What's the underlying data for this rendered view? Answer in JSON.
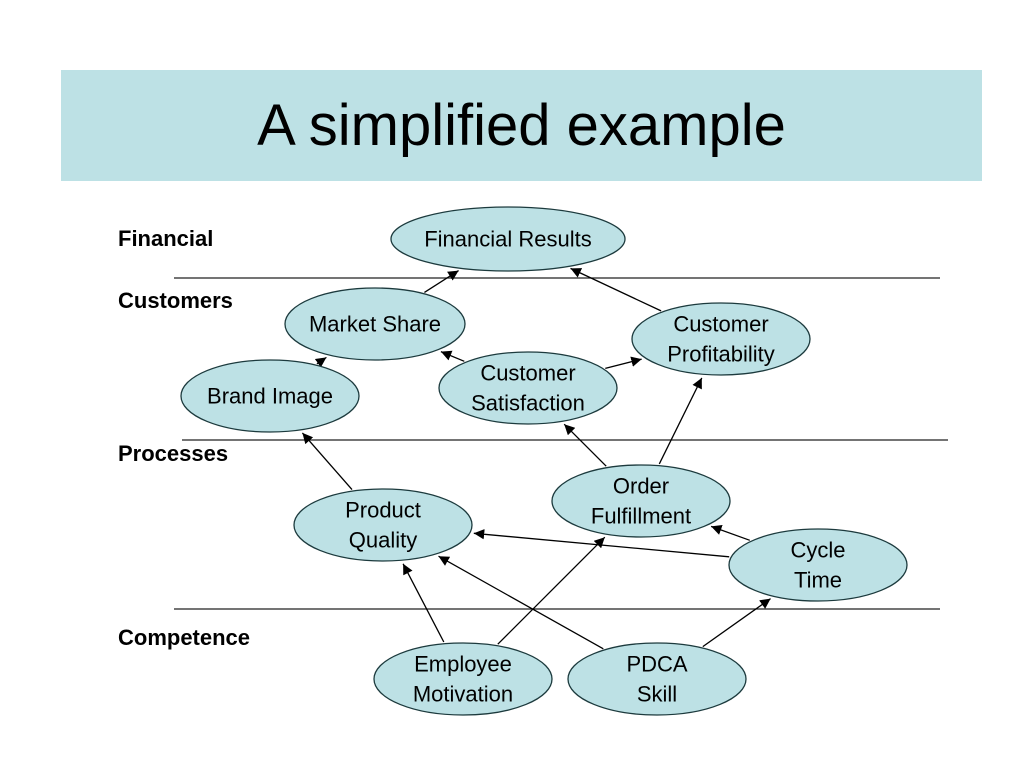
{
  "slide": {
    "title": "A simplified example"
  },
  "layers": [
    {
      "id": "financial",
      "label": "Financial"
    },
    {
      "id": "customers",
      "label": "Customers"
    },
    {
      "id": "processes",
      "label": "Processes"
    },
    {
      "id": "competence",
      "label": "Competence"
    }
  ],
  "nodes": [
    {
      "id": "financial-results",
      "lines": [
        "Financial Results"
      ]
    },
    {
      "id": "market-share",
      "lines": [
        "Market Share"
      ]
    },
    {
      "id": "customer-profitability",
      "lines": [
        "Customer",
        "Profitability"
      ]
    },
    {
      "id": "brand-image",
      "lines": [
        "Brand Image"
      ]
    },
    {
      "id": "customer-satisfaction",
      "lines": [
        "Customer",
        "Satisfaction"
      ]
    },
    {
      "id": "order-fulfillment",
      "lines": [
        "Order",
        "Fulfillment"
      ]
    },
    {
      "id": "product-quality",
      "lines": [
        "Product",
        "Quality"
      ]
    },
    {
      "id": "cycle-time",
      "lines": [
        "Cycle",
        "Time"
      ]
    },
    {
      "id": "employee-motivation",
      "lines": [
        "Employee",
        "Motivation"
      ]
    },
    {
      "id": "pdca-skill",
      "lines": [
        "PDCA",
        "Skill"
      ]
    }
  ],
  "edges": [
    {
      "from": "market-share",
      "to": "financial-results"
    },
    {
      "from": "customer-profitability",
      "to": "financial-results"
    },
    {
      "from": "brand-image",
      "to": "market-share"
    },
    {
      "from": "customer-satisfaction",
      "to": "market-share"
    },
    {
      "from": "customer-satisfaction",
      "to": "customer-profitability"
    },
    {
      "from": "product-quality",
      "to": "brand-image"
    },
    {
      "from": "order-fulfillment",
      "to": "customer-satisfaction"
    },
    {
      "from": "order-fulfillment",
      "to": "customer-profitability"
    },
    {
      "from": "cycle-time",
      "to": "order-fulfillment"
    },
    {
      "from": "cycle-time",
      "to": "product-quality"
    },
    {
      "from": "employee-motivation",
      "to": "product-quality"
    },
    {
      "from": "employee-motivation",
      "to": "order-fulfillment"
    },
    {
      "from": "pdca-skill",
      "to": "product-quality"
    },
    {
      "from": "pdca-skill",
      "to": "cycle-time"
    }
  ]
}
